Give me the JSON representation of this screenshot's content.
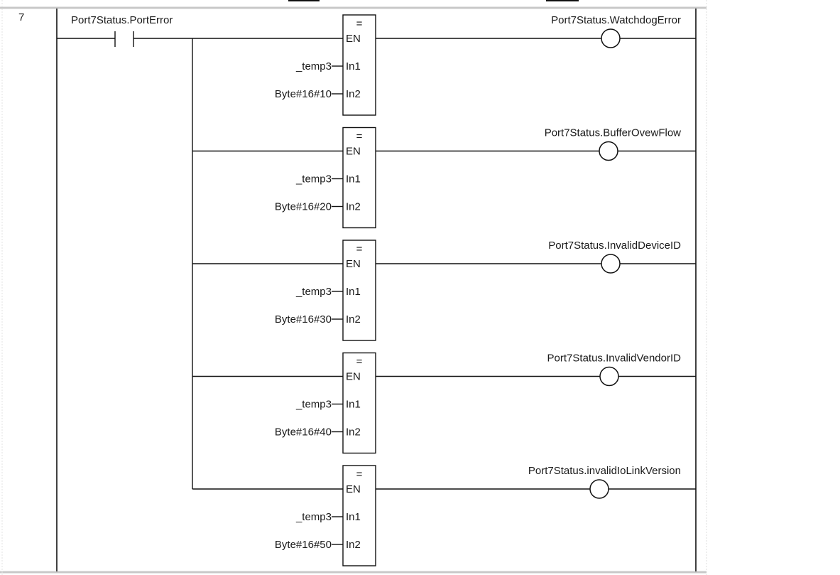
{
  "rung": {
    "number": "7",
    "contact": {
      "label": "Port7Status.PortError"
    },
    "blocks": [
      {
        "op": "=",
        "en": "EN",
        "in1_label": "In1",
        "in2_label": "In2",
        "in1": "_temp3",
        "in2": "Byte#16#10",
        "coil": "Port7Status.WatchdogError"
      },
      {
        "op": "=",
        "en": "EN",
        "in1_label": "In1",
        "in2_label": "In2",
        "in1": "_temp3",
        "in2": "Byte#16#20",
        "coil": "Port7Status.BufferOvewFlow"
      },
      {
        "op": "=",
        "en": "EN",
        "in1_label": "In1",
        "in2_label": "In2",
        "in1": "_temp3",
        "in2": "Byte#16#30",
        "coil": "Port7Status.InvalidDeviceID"
      },
      {
        "op": "=",
        "en": "EN",
        "in1_label": "In1",
        "in2_label": "In2",
        "in1": "_temp3",
        "in2": "Byte#16#40",
        "coil": "Port7Status.InvalidVendorID"
      },
      {
        "op": "=",
        "en": "EN",
        "in1_label": "In1",
        "in2_label": "In2",
        "in1": "_temp3",
        "in2": "Byte#16#50",
        "coil": "Port7Status.invalidIoLinkVersion"
      }
    ]
  }
}
